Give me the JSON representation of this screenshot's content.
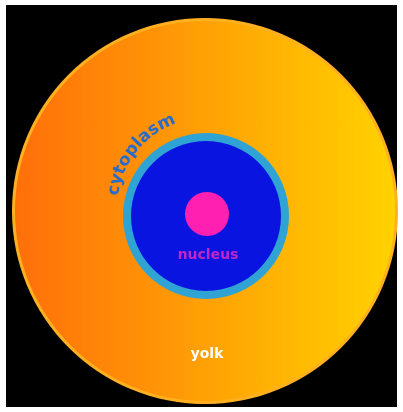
{
  "diagram": {
    "labels": {
      "cytoplasm": "cytoplasm",
      "nucleus": "nucleus",
      "yolk": "yolk"
    },
    "colors": {
      "background": "#000000",
      "yolk_dark": "#ff6f0a",
      "yolk_light": "#ffd200",
      "yolk_rim": "#ffb021",
      "membrane_ring": "#2fa3d4",
      "cytoplasm": "#0a14e0",
      "nucleus": "#ff1fb0",
      "cytoplasm_label": "#2a6bc9",
      "nucleus_label": "#c026c8",
      "yolk_label": "#ffffff"
    }
  }
}
